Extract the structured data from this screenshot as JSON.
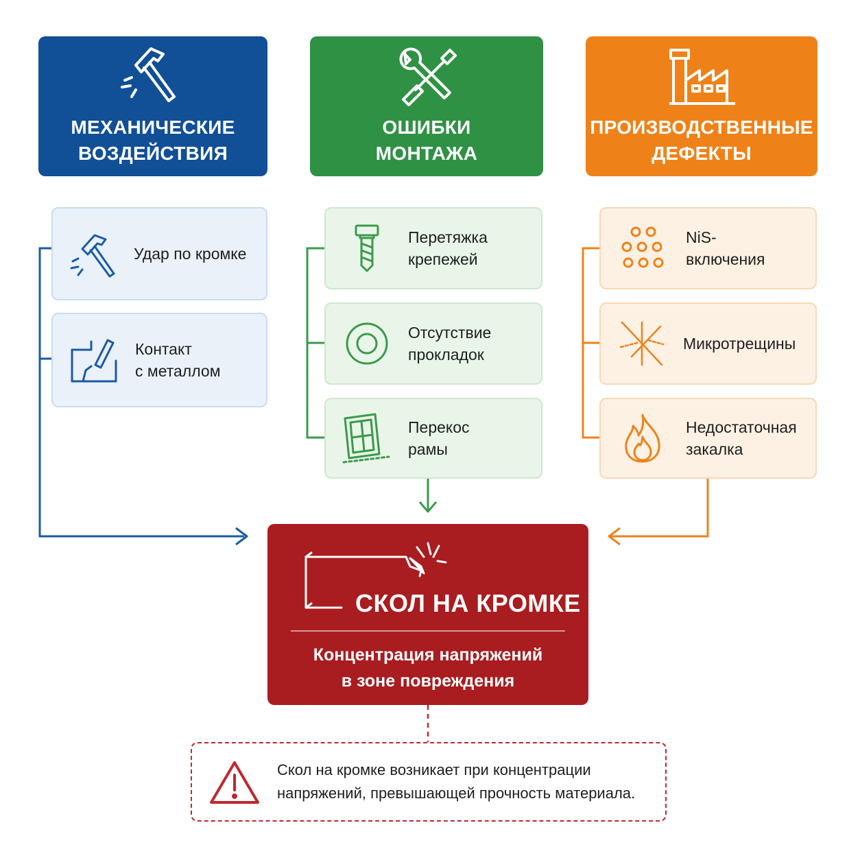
{
  "categories": {
    "mechanical": {
      "title": "МЕХАНИЧЕСКИЕ\nВОЗДЕЙСТВИЯ",
      "icon": "hammer-icon",
      "color": "#114f96",
      "items": [
        {
          "label": "Удар по кромке",
          "icon": "hammer-strike-icon"
        },
        {
          "label": "Контакт\nс металлом",
          "icon": "metal-contact-icon"
        }
      ]
    },
    "installation": {
      "title": "ОШИБКИ\nМОНТАЖА",
      "icon": "wrench-screwdriver-icon",
      "color": "#2f9144",
      "items": [
        {
          "label": "Перетяжка\nкрепежей",
          "icon": "bolt-icon"
        },
        {
          "label": "Отсутствие\nпрокладок",
          "icon": "gasket-icon"
        },
        {
          "label": "Перекос\nрамы",
          "icon": "skewed-frame-icon"
        }
      ]
    },
    "manufacturing": {
      "title": "ПРОИЗВОДСТВЕННЫЕ\nДЕФЕКТЫ",
      "icon": "factory-icon",
      "color": "#ee8219",
      "items": [
        {
          "label": "NiS-\nвключения",
          "icon": "inclusions-icon"
        },
        {
          "label": "Микротрещины",
          "icon": "microcrack-icon"
        },
        {
          "label": "Недостаточная\nзакалка",
          "icon": "flame-icon"
        }
      ]
    }
  },
  "result": {
    "title": "СКОЛ НА КРОМКЕ",
    "subtitle": "Концентрация напряжений\nв зоне повреждения",
    "icon": "chipped-edge-icon",
    "color": "#a91c1f"
  },
  "note": {
    "text": "Скол на кромке возникает при концентрации\nнапряжений, превышающей прочность материала.",
    "icon": "warning-icon"
  }
}
